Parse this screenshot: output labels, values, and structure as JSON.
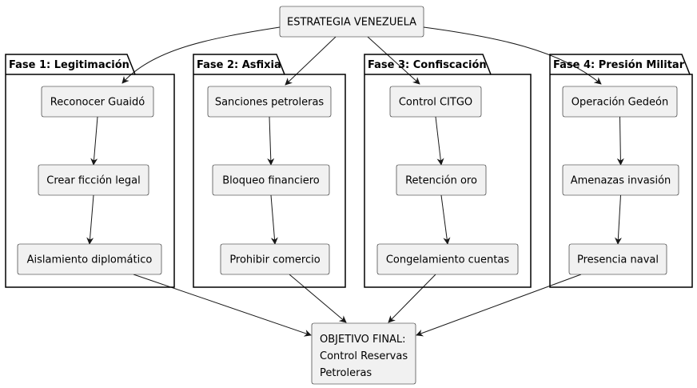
{
  "root": {
    "label": "ESTRATEGIA VENEZUELA"
  },
  "phases": [
    {
      "title": "Fase 1: Legitimación",
      "steps": [
        "Reconocer Guaidó",
        "Crear ficción legal",
        "Aislamiento diplomático"
      ]
    },
    {
      "title": "Fase 2: Asfixia",
      "steps": [
        "Sanciones petroleras",
        "Bloqueo financiero",
        "Prohibir comercio"
      ]
    },
    {
      "title": "Fase 3: Confiscación",
      "steps": [
        "Control CITGO",
        "Retención oro",
        "Congelamiento cuentas"
      ]
    },
    {
      "title": "Fase 4: Presión Militar",
      "steps": [
        "Operación Gedeón",
        "Amenazas invasión",
        "Presencia naval"
      ]
    }
  ],
  "objective": {
    "lines": [
      "OBJETIVO FINAL:",
      "Control Reservas",
      "Petroleras"
    ]
  },
  "colors": {
    "node_fill": "#f1f1f1",
    "node_stroke": "#181818",
    "line": "#181818"
  }
}
